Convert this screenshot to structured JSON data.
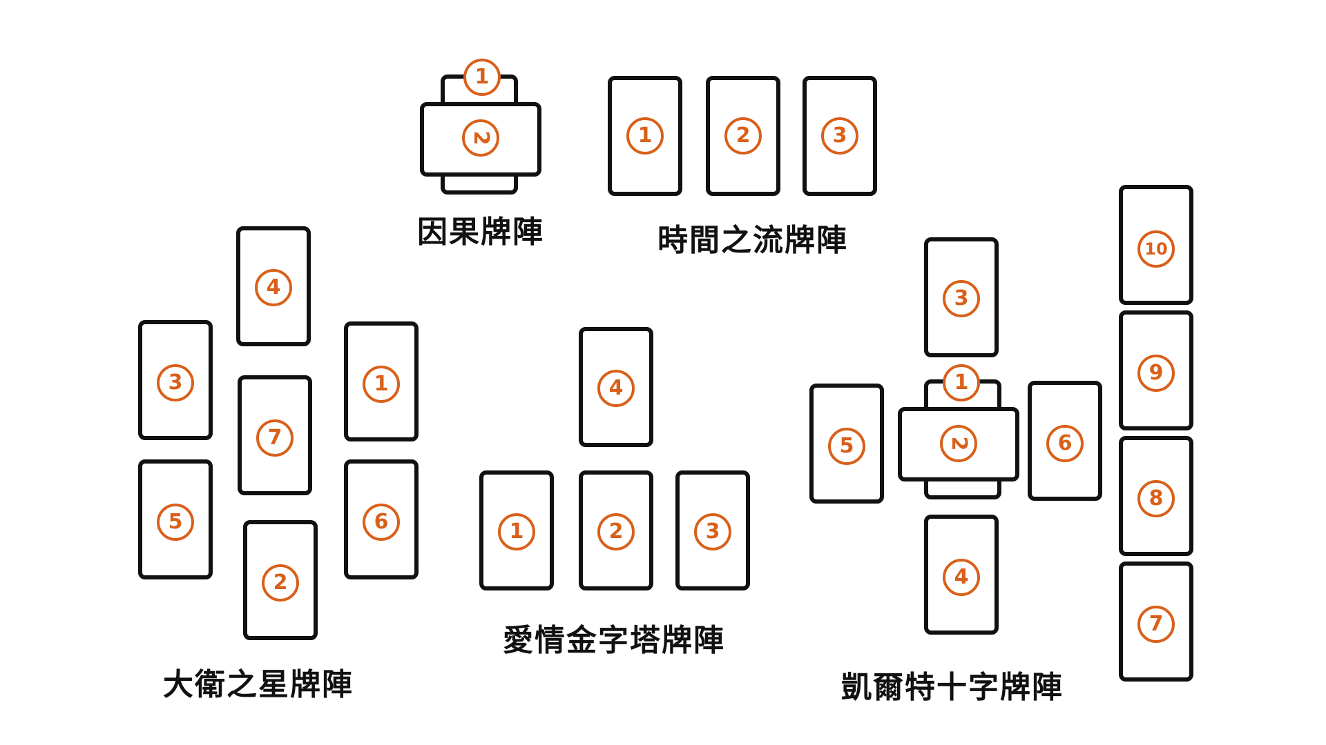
{
  "accent_color": "#d9601a",
  "spreads": {
    "causality": {
      "title": "因果牌陣",
      "cards": [
        "1",
        "2"
      ]
    },
    "time_flow": {
      "title": "時間之流牌陣",
      "cards": [
        "1",
        "2",
        "3"
      ]
    },
    "star_of_david": {
      "title": "大衛之星牌陣",
      "cards": [
        "1",
        "2",
        "3",
        "4",
        "5",
        "6",
        "7"
      ]
    },
    "love_pyramid": {
      "title": "愛情金字塔牌陣",
      "cards": [
        "1",
        "2",
        "3",
        "4"
      ]
    },
    "celtic_cross": {
      "title": "凱爾特十字牌陣",
      "cards": [
        "1",
        "2",
        "3",
        "4",
        "5",
        "6",
        "7",
        "8",
        "9",
        "10"
      ]
    }
  }
}
